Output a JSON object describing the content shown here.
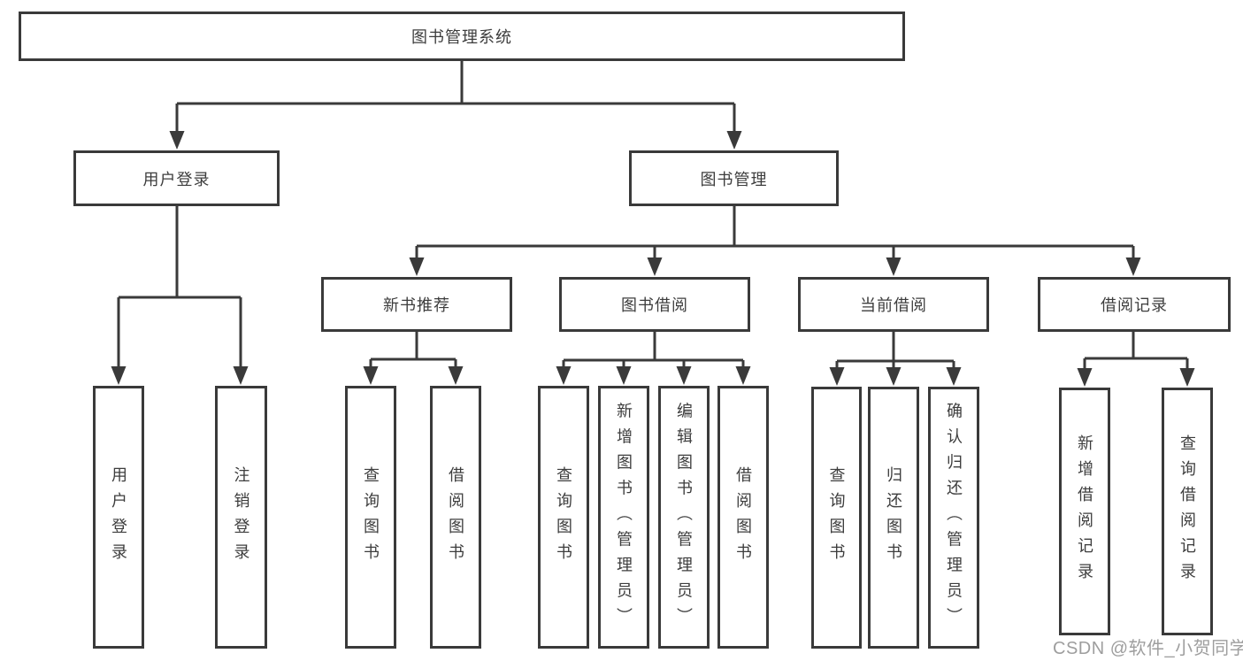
{
  "diagram": {
    "root": {
      "label": "图书管理系统"
    },
    "branches": [
      {
        "label": "用户登录",
        "children": [
          {
            "label": "用户登录"
          },
          {
            "label": "注销登录"
          }
        ]
      },
      {
        "label": "图书管理",
        "children": [
          {
            "label": "新书推荐",
            "children": [
              {
                "label": "查询图书"
              },
              {
                "label": "借阅图书"
              }
            ]
          },
          {
            "label": "图书借阅",
            "children": [
              {
                "label": "查询图书"
              },
              {
                "label": "新增图书（管理员）"
              },
              {
                "label": "编辑图书（管理员）"
              },
              {
                "label": "借阅图书"
              }
            ]
          },
          {
            "label": "当前借阅",
            "children": [
              {
                "label": "查询图书"
              },
              {
                "label": "归还图书"
              },
              {
                "label": "确认归还（管理员）"
              }
            ]
          },
          {
            "label": "借阅记录",
            "children": [
              {
                "label": "新增借阅记录"
              },
              {
                "label": "查询借阅记录"
              }
            ]
          }
        ]
      }
    ],
    "colors": {
      "line": "#3a3a3a",
      "text": "#3d3d3d",
      "background": "#ffffff",
      "watermark": "#9e9e9e"
    },
    "watermark": {
      "text": "CSDN @软件_小贺同学"
    }
  }
}
